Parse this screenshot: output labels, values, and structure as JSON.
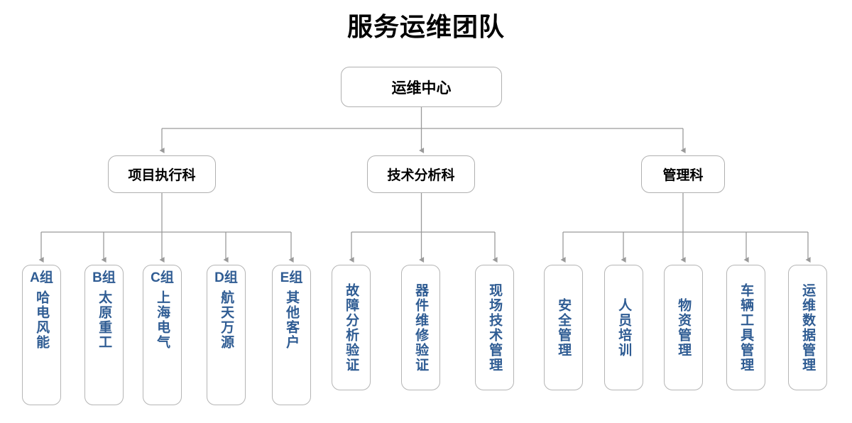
{
  "title": "服务运维团队",
  "colors": {
    "node_border": "#b0b0b0",
    "node_fill": "#ffffff",
    "connector": "#9a9a9a",
    "leaf_text": "#2F5C93",
    "title_text": "#000000"
  },
  "root": {
    "label": "运维中心"
  },
  "departments": [
    {
      "label": "项目执行科"
    },
    {
      "label": "技术分析科"
    },
    {
      "label": "管理科"
    }
  ],
  "project_groups": [
    {
      "code": "A组",
      "customer": "哈电风能"
    },
    {
      "code": "B组",
      "customer": "太原重工"
    },
    {
      "code": "C组",
      "customer": "上海电气"
    },
    {
      "code": "D组",
      "customer": "航天万源"
    },
    {
      "code": "E组",
      "customer": "其他客户"
    }
  ],
  "technical_functions": [
    {
      "label": "故障分析验证"
    },
    {
      "label": "器件维修验证"
    },
    {
      "label": "现场技术管理"
    }
  ],
  "management_functions": [
    {
      "label": "安全管理"
    },
    {
      "label": "人员培训"
    },
    {
      "label": "物资管理"
    },
    {
      "label": "车辆工具管理"
    },
    {
      "label": "运维数据管理"
    }
  ]
}
